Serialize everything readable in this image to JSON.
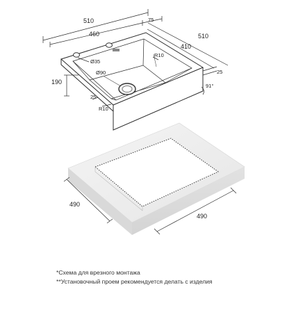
{
  "sink": {
    "overall_width": "510",
    "bowl_width": "460",
    "right_offset": "75",
    "overall_depth": "510",
    "bowl_depth": "410",
    "height": "190",
    "rim": "25",
    "rim_left": "25",
    "hole_diameter": "Ø35",
    "drain_diameter": "Ø90",
    "radius_top": "R10",
    "radius_bottom": "R10",
    "angle": "91°"
  },
  "cutout": {
    "depth": "490",
    "width": "490"
  },
  "notes": [
    "*Схема для врезного монтажа",
    "**Установочный проем рекомендуется делать с изделия"
  ]
}
